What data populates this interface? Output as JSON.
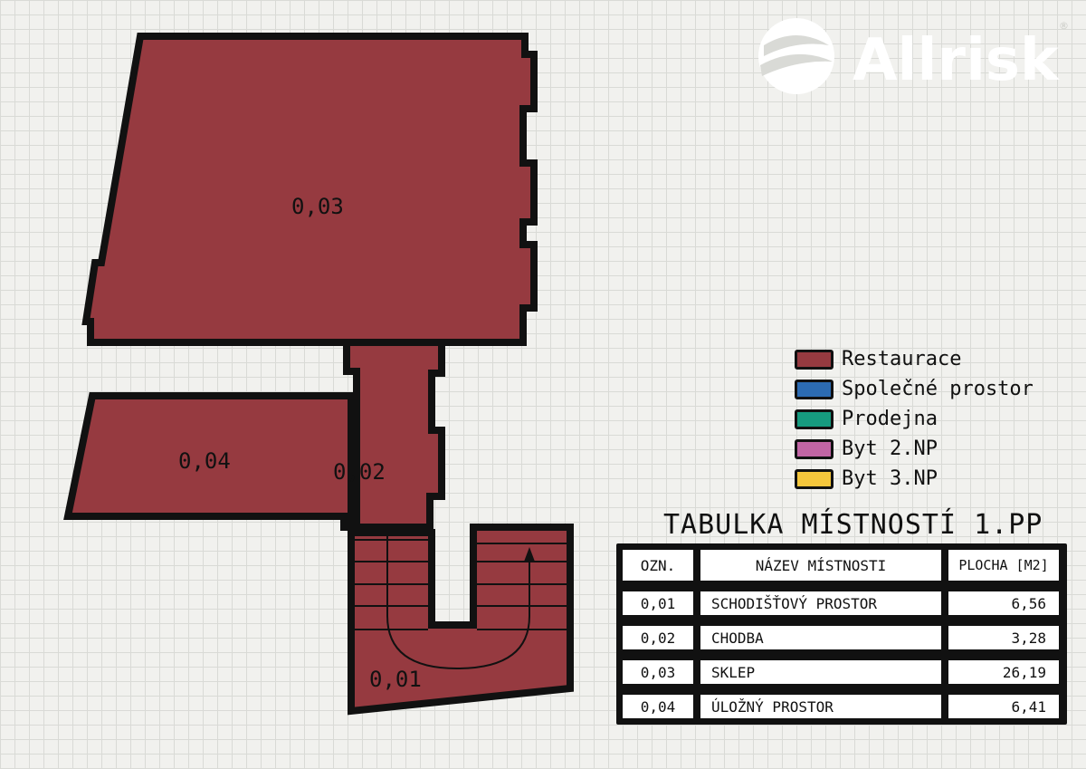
{
  "colors": {
    "restaurace": "#963a40",
    "spolecne_prostory": "#2c6bb2",
    "prodejna": "#169b7f",
    "byt_2np": "#c165a4",
    "byt_3np": "#f4c63c",
    "wall": "#111111"
  },
  "logo": {
    "text": "Allrisk",
    "mark": "®"
  },
  "rooms": [
    {
      "id": "0,01",
      "category": "Restaurace"
    },
    {
      "id": "0,02",
      "category": "Restaurace"
    },
    {
      "id": "0,03",
      "category": "Restaurace"
    },
    {
      "id": "0,04",
      "category": "Restaurace"
    }
  ],
  "legend": {
    "items": [
      {
        "label": "Restaurace",
        "color": "#963a40"
      },
      {
        "label": "Společné prostor",
        "color": "#2c6bb2"
      },
      {
        "label": "Prodejna",
        "color": "#169b7f"
      },
      {
        "label": "Byt 2.NP",
        "color": "#c165a4"
      },
      {
        "label": "Byt 3.NP",
        "color": "#f4c63c"
      }
    ]
  },
  "table": {
    "title": "TABULKA MÍSTNOSTÍ 1.PP",
    "headers": [
      "OZN.",
      "NÁZEV MÍSTNOSTI",
      "PLOCHA [M2]"
    ],
    "rows": [
      [
        "0,01",
        "SCHODIŠŤOVÝ PROSTOR",
        "6,56"
      ],
      [
        "0,02",
        "CHODBA",
        "3,28"
      ],
      [
        "0,03",
        "SKLEP",
        "26,19"
      ],
      [
        "0,04",
        "ÚLOŽNÝ PROSTOR",
        "6,41"
      ]
    ]
  }
}
